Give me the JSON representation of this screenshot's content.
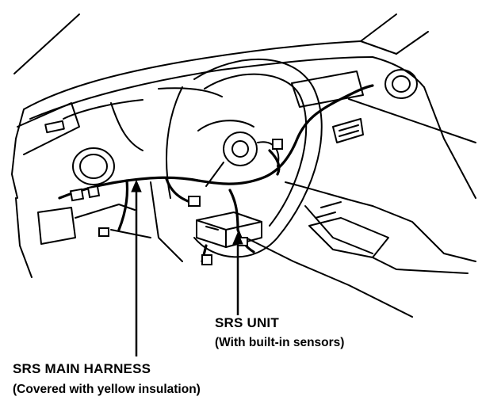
{
  "labels": {
    "srs_unit": {
      "title": "SRS UNIT",
      "note": "(With built-in sensors)"
    },
    "srs_main_harness": {
      "title": "SRS MAIN HARNESS",
      "note": "(Covered with yellow insulation)"
    }
  },
  "colors": {
    "ink": "#000000",
    "paper": "#ffffff"
  }
}
